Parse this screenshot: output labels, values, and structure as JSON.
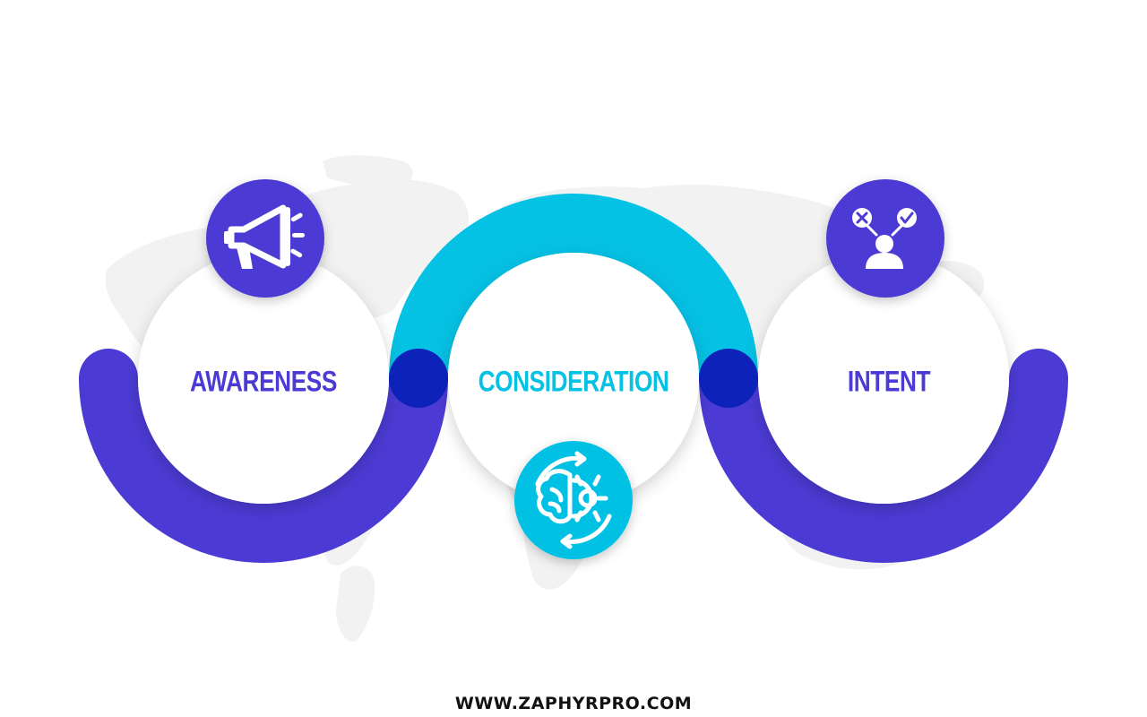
{
  "stages": [
    {
      "label": "AWARENESS",
      "icon": "megaphone-icon",
      "color": "#4b3bd4"
    },
    {
      "label": "CONSIDERATION",
      "icon": "brain-gear-icon",
      "color": "#05c1e4"
    },
    {
      "label": "INTENT",
      "icon": "person-decision-icon",
      "color": "#4b3bd4"
    }
  ],
  "footer": {
    "url": "WWW.ZAPHYRPRO.COM"
  },
  "colors": {
    "purple": "#4b3bd4",
    "cyan": "#05c1e4",
    "joint": "#0c22b8",
    "map": "#f2f2f2",
    "text_dark": "#111111"
  }
}
